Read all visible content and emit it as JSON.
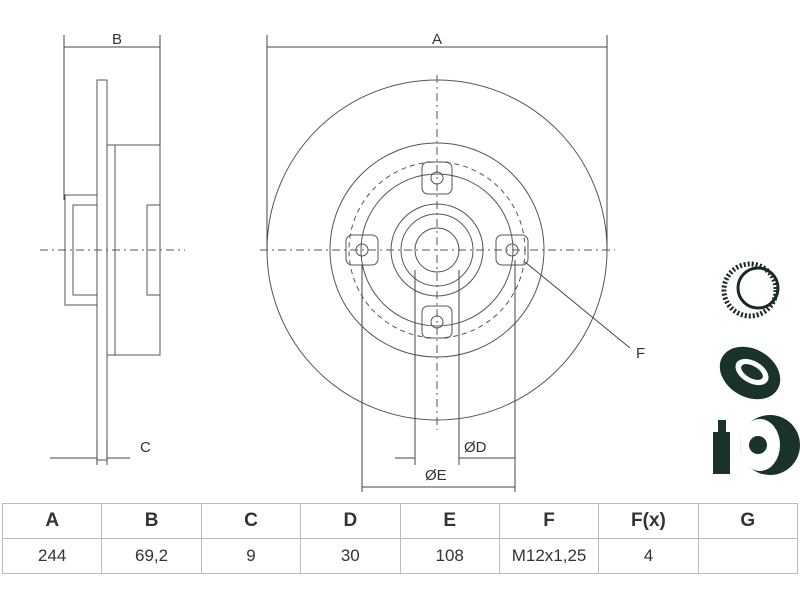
{
  "labels": {
    "A": "A",
    "B": "B",
    "C": "C",
    "D": "ØD",
    "E": "ØE",
    "F": "F"
  },
  "table": {
    "headers": [
      "A",
      "B",
      "C",
      "D",
      "E",
      "F",
      "F(x)",
      "G"
    ],
    "values": [
      "244",
      "69,2",
      "9",
      "30",
      "108",
      "M12x1,25",
      "4",
      ""
    ]
  },
  "icons": [
    "abs-ring-icon",
    "bearing-icon",
    "spray-disc-icon"
  ]
}
